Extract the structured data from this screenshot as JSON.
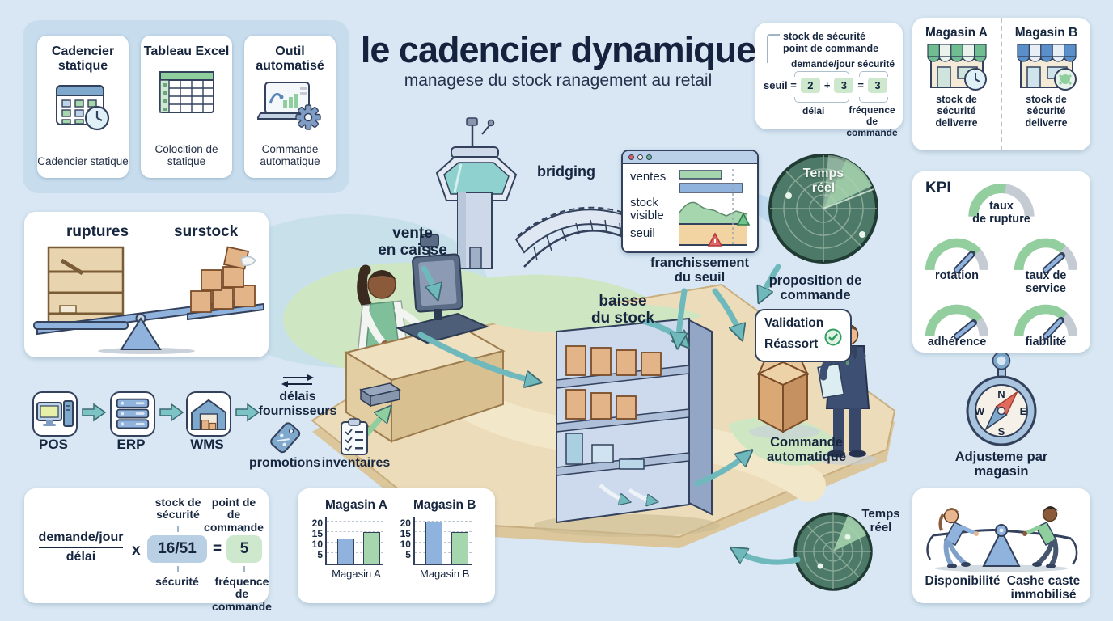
{
  "title": {
    "main": "le cadencier dynamique",
    "subtitle": "managese du stock ranagement au retail"
  },
  "evolution": {
    "cards": [
      {
        "title": "Cadencier statique",
        "caption": "Cadencier statique",
        "icon": "calendar-clock-icon"
      },
      {
        "title": "Tableau Excel",
        "caption": "Colocition de statique",
        "icon": "spreadsheet-icon"
      },
      {
        "title": "Outil automatisé",
        "caption": "Commande automatique",
        "icon": "laptop-gear-icon"
      }
    ]
  },
  "seuil_formula": {
    "heading": "stock de sécurité\npoint de commande",
    "prefix": "seuil =",
    "v1": "2",
    "plus": "+",
    "v2": "3",
    "eq": "=",
    "v3": "3",
    "top_left": "demande/jour",
    "top_right": "sécurité",
    "bottom_left": "délai",
    "bottom_right": "fréquence\nde commande"
  },
  "stores": {
    "a": {
      "name": "Magasin A",
      "caption": "stock de\nsécurité\ndeliverre"
    },
    "b": {
      "name": "Magasin B",
      "caption": "stock de\nsécurité\ndeliverre"
    }
  },
  "kpi": {
    "title": "KPI",
    "gauges": [
      "taux\nde rupture",
      "rotation",
      "taux de\nservice",
      "adhérence",
      "fiabilité"
    ]
  },
  "balance": {
    "left": "ruptures",
    "right": "surstock"
  },
  "systems": {
    "pos": "POS",
    "erp": "ERP",
    "wms": "WMS",
    "delais": "délais\nfournisseurs",
    "promotions": "promotions",
    "inventaires": "inventaires"
  },
  "order_formula": {
    "numerator": "demande/jour",
    "denominator": "délai",
    "times": "x",
    "box1": "16/51",
    "eq": "=",
    "box2": "5",
    "top1": "stock de\nsécurité",
    "bottom1": "sécurité",
    "top2": "point de\nde commande",
    "bottom2": "fréquence\nde commande"
  },
  "window": {
    "ventes": "ventes",
    "stock": "stock\nvisible",
    "seuil": "seuil"
  },
  "scene": {
    "bridging": "bridging",
    "vente": "vente\nen caisse",
    "baisse": "baisse\ndu stock",
    "franchissement": "franchissement\ndu seuil",
    "proposition": "proposition de\ncommande",
    "validation": "Validation",
    "reassort": "Réassort",
    "commande_auto": "Commande\nautomatique",
    "temps_reel_top": "Temps\nréel",
    "temps_reel_bottom": "Temps\nréel",
    "adjust": "Adjusteme par\nmagasin"
  },
  "compass": {
    "n": "N",
    "e": "E",
    "s": "S",
    "w": "W"
  },
  "tug": {
    "left": "Disponibilité",
    "right": "Cashe caste\nimmobilisé"
  },
  "chart_data": [
    {
      "type": "bar",
      "title": "Magasin A",
      "xlabel": "Magasin A",
      "values": [
        12,
        15
      ],
      "colors": [
        "#8fb3dc",
        "#a5d6ae"
      ],
      "yticks": [
        5,
        10,
        15,
        20
      ],
      "ylim": [
        0,
        23
      ],
      "grid": "dashed"
    },
    {
      "type": "bar",
      "title": "Magasin B",
      "xlabel": "Magasin B",
      "values": [
        20,
        15
      ],
      "colors": [
        "#8fb3dc",
        "#a5d6ae"
      ],
      "yticks": [
        5,
        10,
        15,
        20
      ],
      "ylim": [
        0,
        23
      ],
      "grid": "dashed"
    }
  ],
  "colors": {
    "accent_teal": "#6fb9bd",
    "navy": "#17263f",
    "green": "#93cf9e",
    "blue": "#8fb3dc",
    "radar_green": "#4d7a68",
    "background": "#d8e7f3"
  }
}
